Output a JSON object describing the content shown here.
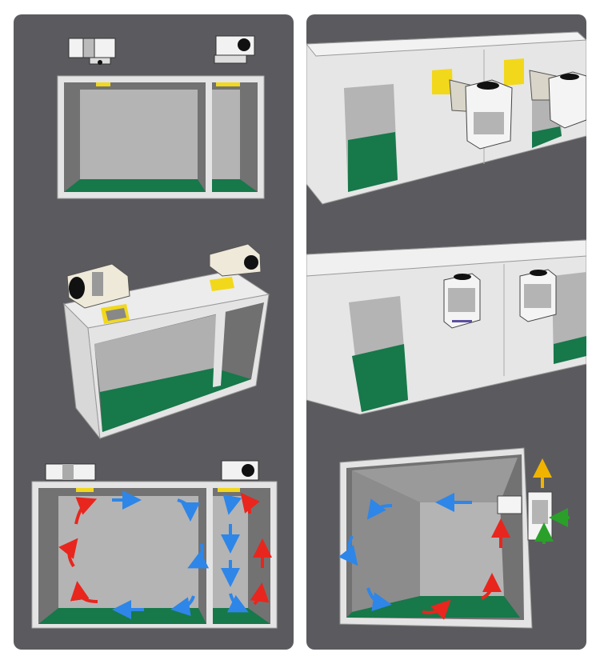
{
  "colors": {
    "panel_bg": "#5b5b5f",
    "wall_frame": "#e4e4e4",
    "back_wall": "#b4b4b4",
    "side_wall": "#707070",
    "floor": "#17784a",
    "vent": "#f2d81a",
    "cold_air": "#2e86e8",
    "warm_air": "#e8261e",
    "intake_air": "#f0b400",
    "outlet_air": "#2aa02a"
  },
  "scenes": [
    {
      "id": "top-mount-front-view",
      "icon": "top-mounted-cooling-units"
    },
    {
      "id": "top-mount-perspective",
      "icon": "top-mounted-cooling-units-3d"
    },
    {
      "id": "top-mount-airflow",
      "icon": "airflow-arrows"
    },
    {
      "id": "wall-mount-through-wall",
      "icon": "wall-mounted-cooling-units"
    },
    {
      "id": "wall-mount-flush",
      "icon": "wall-mounted-cooling-units-flat"
    },
    {
      "id": "wall-mount-airflow",
      "icon": "airflow-arrows"
    }
  ]
}
